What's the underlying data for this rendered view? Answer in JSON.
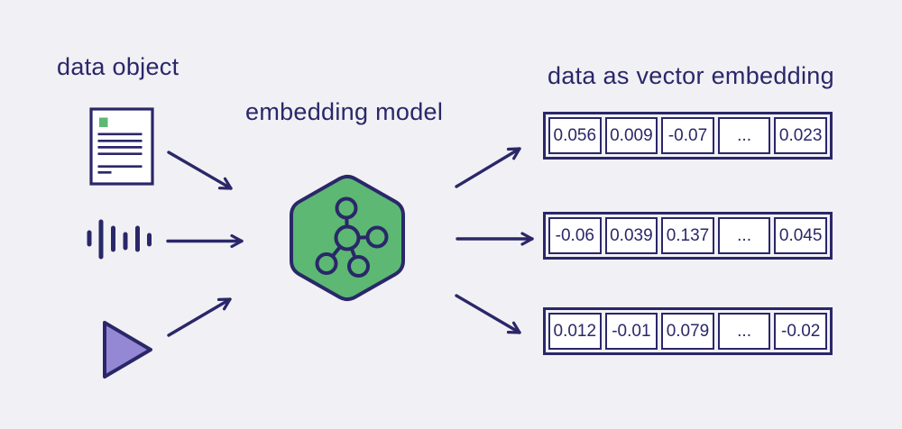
{
  "colors": {
    "background": "#f1f0f4",
    "navy": "#2a2769",
    "green": "#5cb873",
    "purple": "#9488d4",
    "cell_background": "#ffffff"
  },
  "labels": {
    "data_object": "data object",
    "embedding_model": "embedding model",
    "vector_embedding": "data as vector embedding"
  },
  "icons": {
    "document": "document-icon",
    "audio_waveform": "audio-waveform-icon",
    "play_triangle": "play-triangle-icon",
    "embedding_model": "hexagon-network-icon",
    "arrows": "arrow-icon"
  },
  "vectors": {
    "rows": [
      [
        "0.056",
        "0.009",
        "-0.07",
        "...",
        "0.023"
      ],
      [
        "-0.06",
        "0.039",
        "0.137",
        "...",
        "0.045"
      ],
      [
        "0.012",
        "-0.01",
        "0.079",
        "...",
        "-0.02"
      ]
    ]
  }
}
